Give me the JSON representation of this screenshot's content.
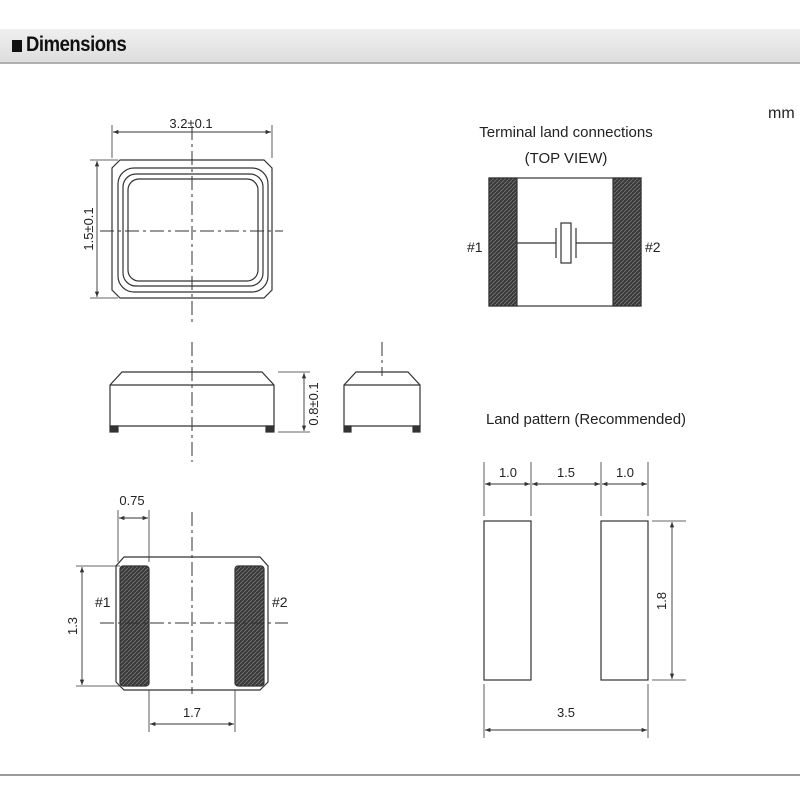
{
  "header": {
    "title": "Dimensions"
  },
  "unit": "mm",
  "top_view": {
    "width_dim": "3.2±0.1",
    "height_dim": "1.5±0.1"
  },
  "side_view": {
    "thickness_dim": "0.8±0.1"
  },
  "bottom_view": {
    "pad_width_dim": "0.75",
    "pad_height_dim": "1.3",
    "pad_pitch_dim": "1.7",
    "pin1": "#1",
    "pin2": "#2"
  },
  "terminal": {
    "title_line1": "Terminal land connections",
    "title_line2": "(TOP VIEW)",
    "pin1": "#1",
    "pin2": "#2"
  },
  "land_pattern": {
    "title": "Land pattern (Recommended)",
    "dim_pad_left": "1.0",
    "dim_gap": "1.5",
    "dim_pad_right": "1.0",
    "dim_height": "1.8",
    "dim_total": "3.5"
  },
  "colors": {
    "pad_fill": "#333333",
    "line": "#333333"
  }
}
